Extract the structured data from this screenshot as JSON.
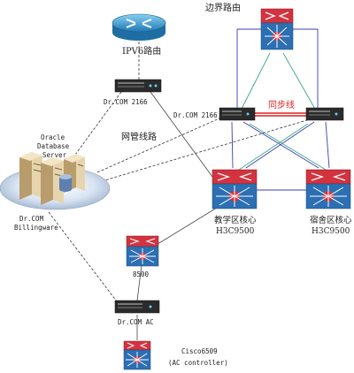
{
  "labels": {
    "border_router": "边界路由",
    "ipv6_router": "IPV6路由",
    "drcom_2166_top": "Dr.COM 2166",
    "drcom_2166_mid": "Dr.COM 2166",
    "sync_link": "同步线",
    "mgmt_line": "网管线路",
    "oracle_line1": "Oracle",
    "oracle_line2": "Database",
    "oracle_line3": "Server",
    "billing_line1": "Dr.COM",
    "billing_line2": "Billingware",
    "teach_core_line1": "教学区核心",
    "teach_core_line2": "H3C9500",
    "dorm_core_line1": "宿舍区核心",
    "dorm_core_line2": "H3C9500",
    "switch_8500": "8500",
    "drcom_ac": "Dr.COM  AC",
    "cisco_line1": "Cisco6509",
    "cisco_line2": "(AC controller)"
  },
  "colors": {
    "router_blue": "#2a8fc6",
    "switch_red": "#d2333f",
    "switch_blue": "#2c6fb3",
    "link_blue": "#3a3fb0",
    "link_green": "#3aa886",
    "sync_red": "#e02020"
  }
}
